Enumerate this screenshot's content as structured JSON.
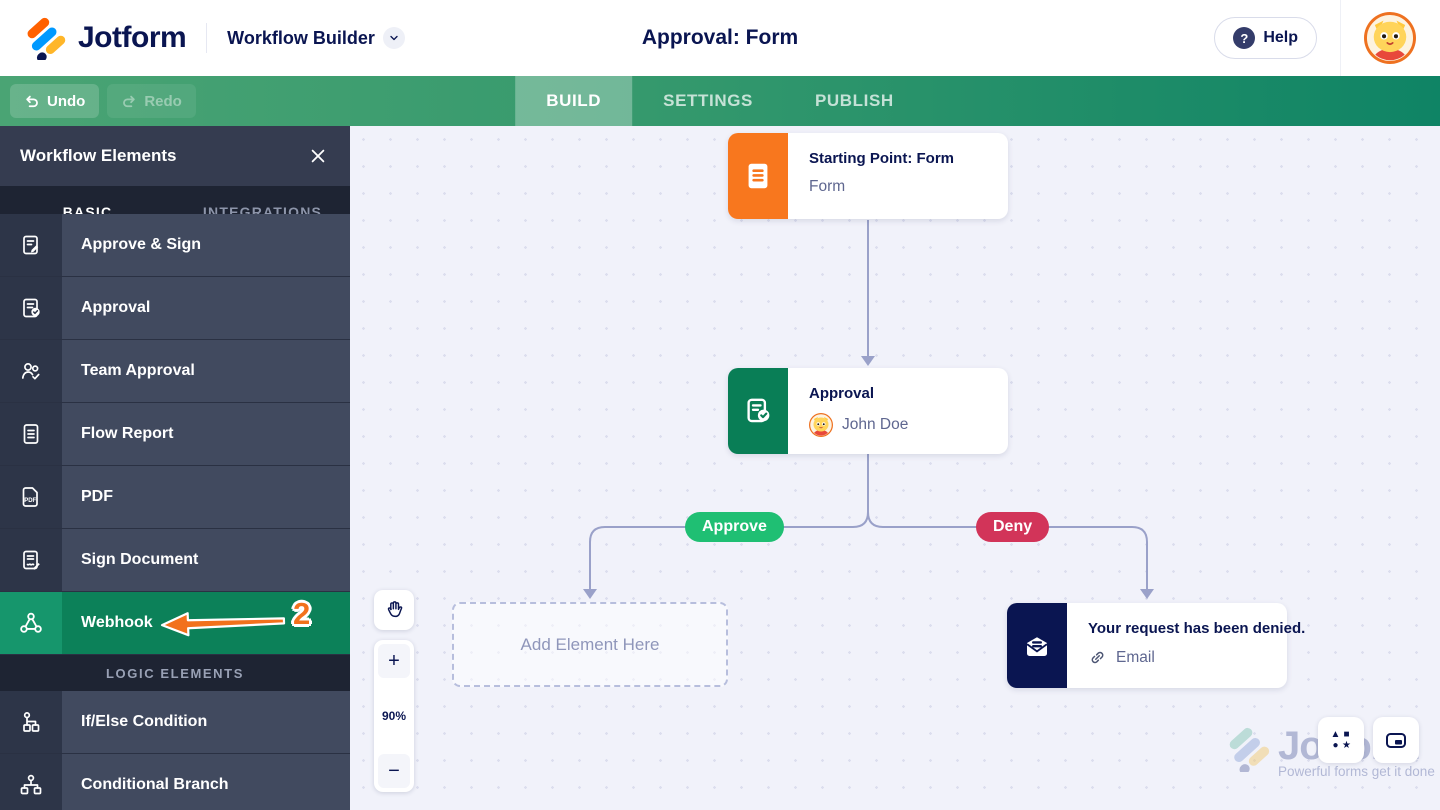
{
  "header": {
    "brand": "Jotform",
    "app_title": "Workflow Builder",
    "page_title": "Approval: Form",
    "help_label": "Help"
  },
  "toolbar": {
    "undo_label": "Undo",
    "redo_label": "Redo",
    "tabs": [
      {
        "label": "BUILD",
        "active": true
      },
      {
        "label": "SETTINGS",
        "active": false
      },
      {
        "label": "PUBLISH",
        "active": false
      }
    ]
  },
  "sidebar": {
    "title": "Workflow Elements",
    "tabs": [
      {
        "label": "BASIC",
        "active": true
      },
      {
        "label": "INTEGRATIONS",
        "active": false
      }
    ],
    "items": [
      {
        "label": "Approve & Sign",
        "icon": "approve-sign-icon"
      },
      {
        "label": "Approval",
        "icon": "approval-icon"
      },
      {
        "label": "Team Approval",
        "icon": "team-approval-icon"
      },
      {
        "label": "Flow Report",
        "icon": "flow-report-icon"
      },
      {
        "label": "PDF",
        "icon": "pdf-icon"
      },
      {
        "label": "Sign Document",
        "icon": "sign-document-icon"
      },
      {
        "label": "Webhook",
        "icon": "webhook-icon",
        "highlighted": true
      }
    ],
    "section_label": "LOGIC ELEMENTS",
    "logic_items": [
      {
        "label": "If/Else Condition",
        "icon": "if-else-icon"
      },
      {
        "label": "Conditional Branch",
        "icon": "conditional-branch-icon"
      }
    ],
    "annotation_step": "2"
  },
  "canvas": {
    "start_node": {
      "title": "Starting Point: Form",
      "subtitle": "Form"
    },
    "approval_node": {
      "title": "Approval",
      "assignee": "John Doe"
    },
    "email_node": {
      "title": "Your request has been denied.",
      "subtitle": "Email"
    },
    "placeholder_label": "Add Element Here",
    "branch_labels": {
      "approve": "Approve",
      "deny": "Deny"
    },
    "zoom_controls": {
      "level": "90%",
      "in": "+",
      "out": "−"
    }
  },
  "watermark": {
    "brand": "Jotform",
    "tagline": "Powerful forms get it done"
  },
  "colors": {
    "navy": "#0a1551",
    "toolbar_green": "#35996d",
    "sidebar_highlight": "#0c8159",
    "approve_badge": "#1fbf73",
    "deny_badge": "#d23459",
    "start_orange": "#f8771e",
    "approval_green": "#097e56",
    "annotation_orange": "#f2711c"
  }
}
